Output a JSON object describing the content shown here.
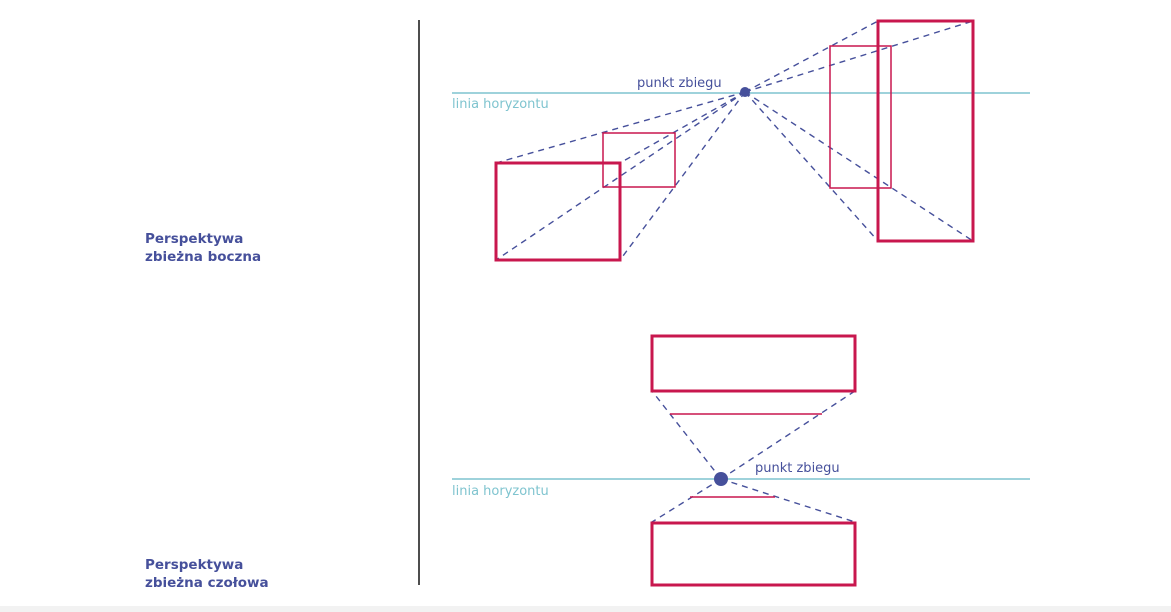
{
  "sections": [
    {
      "id": "side",
      "label_line1": "Perspektywa",
      "label_line2": "zbieżna boczna",
      "horizon_label": "linia horyzontu",
      "vanishing_point_label": "punkt zbiegu"
    },
    {
      "id": "front",
      "label_line1": "Perspektywa",
      "label_line2": "zbieżna czołowa",
      "horizon_label": "linia horyzontu",
      "vanishing_point_label": "punkt zbiegu"
    }
  ],
  "colors": {
    "shape": "#c8174e",
    "dashed": "#46509b",
    "horizon": "#7fc4cf",
    "divider": "#222222",
    "label": "#46509b"
  }
}
